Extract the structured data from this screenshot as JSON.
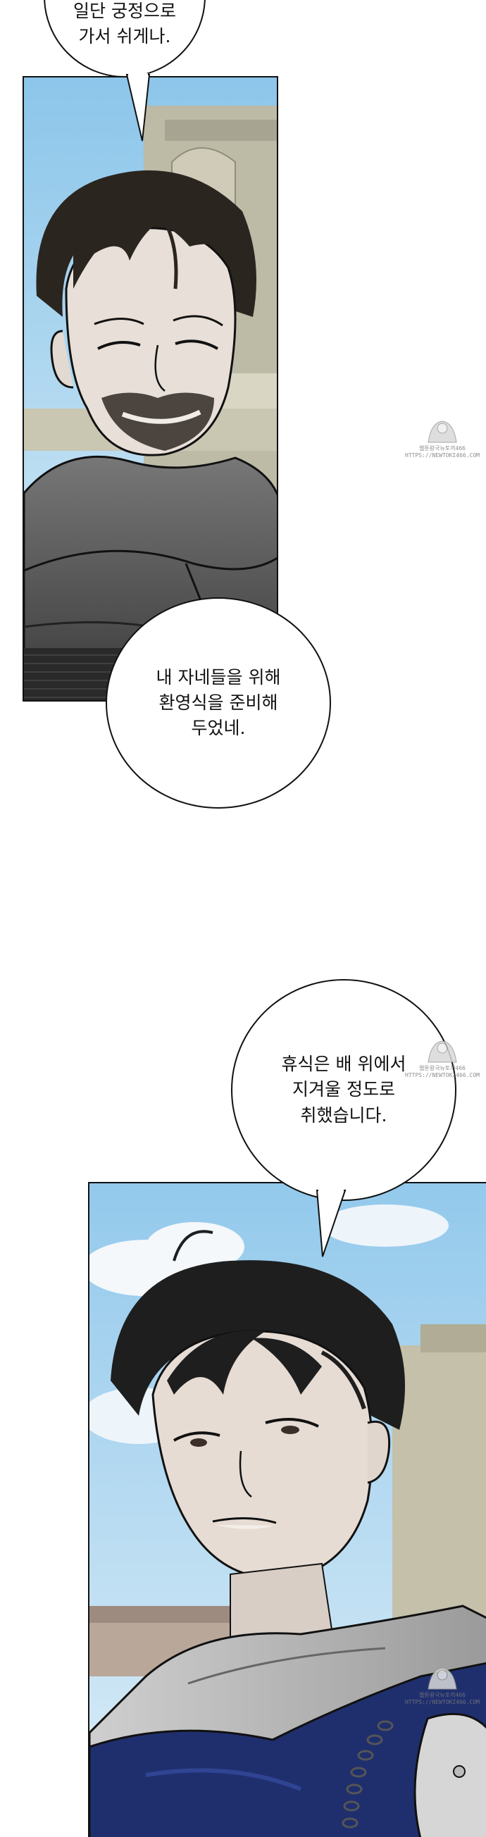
{
  "bubbles": {
    "top": {
      "line1": "일단 궁정으로",
      "line2": "가서 쉬게나."
    },
    "middle": {
      "line1": "내 자네들을 위해",
      "line2": "환영식을 준비해",
      "line3": "두었네."
    },
    "lower": {
      "line1": "휴식은 배 위에서",
      "line2": "지겨울 정도로",
      "line3": "취했습니다."
    }
  },
  "watermarks": [
    {
      "line1": "웹툰왕국뉴토끼466",
      "line2": "HTTPS://NEWTOKI466.COM"
    },
    {
      "line1": "웹툰왕국뉴토끼466",
      "line2": "HTTPS://NEWTOKI466.COM"
    },
    {
      "line1": "웹툰왕국뉴토끼466",
      "line2": "HTTPS://NEWTOKI466.COM"
    }
  ],
  "colors": {
    "sky": "#a9d3ee",
    "stone": "#b9b6a0",
    "armor": "#4a4a4a",
    "outline": "#111111",
    "skin": "#e5ddd6",
    "cape": "#1f2f6e"
  }
}
